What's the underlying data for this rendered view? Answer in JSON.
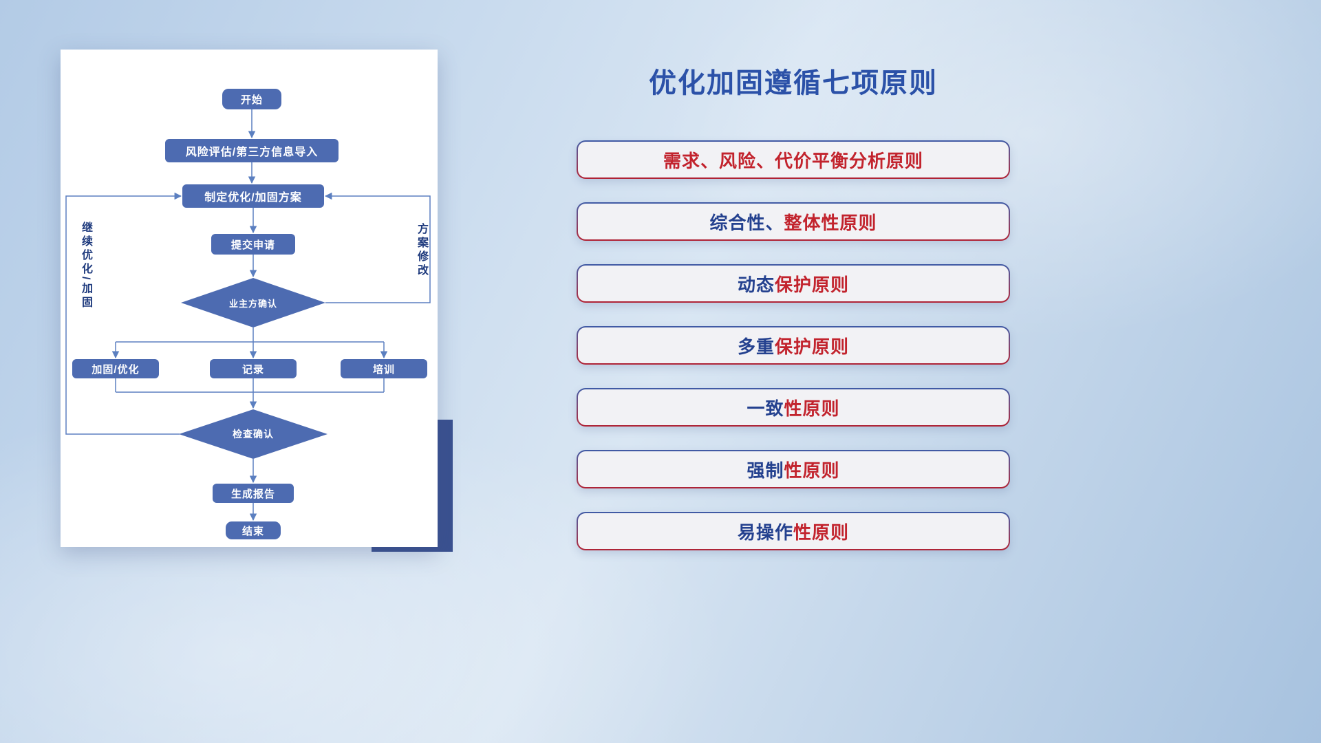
{
  "colors": {
    "navy": "#24418f",
    "crimson": "#c2232d",
    "node_fill": "#4d6bb1",
    "edge": "#5b7fc0",
    "title": "#2b51a8"
  },
  "flowchart": {
    "nodes": {
      "start": "开始",
      "risk_import": "风险评估/第三方信息导入",
      "make_plan": "制定优化/加固方案",
      "submit": "提交申请",
      "owner_confirm": "业主方确认",
      "reinforce": "加固/优化",
      "record": "记录",
      "training": "培训",
      "check_confirm": "检查确认",
      "report": "生成报告",
      "end": "结束"
    },
    "edge_labels": {
      "continue_optimize": "继续优化/加固",
      "plan_modify": "方案修改"
    }
  },
  "panel": {
    "title": "优化加固遵循七项原则",
    "principles": [
      {
        "segments": [
          {
            "text": "需求、风险、代价平衡分析原则",
            "color": "crimson"
          }
        ]
      },
      {
        "segments": [
          {
            "text": "综合性、",
            "color": "navy"
          },
          {
            "text": "整体性原则",
            "color": "crimson"
          }
        ]
      },
      {
        "segments": [
          {
            "text": "动态",
            "color": "navy"
          },
          {
            "text": "保护原则",
            "color": "crimson"
          }
        ]
      },
      {
        "segments": [
          {
            "text": "多重",
            "color": "navy"
          },
          {
            "text": "保护原则",
            "color": "crimson"
          }
        ]
      },
      {
        "segments": [
          {
            "text": "一致",
            "color": "navy"
          },
          {
            "text": "性原则",
            "color": "crimson"
          }
        ]
      },
      {
        "segments": [
          {
            "text": "强制",
            "color": "navy"
          },
          {
            "text": "性原则",
            "color": "crimson"
          }
        ]
      },
      {
        "segments": [
          {
            "text": "易操作",
            "color": "navy"
          },
          {
            "text": "性原则",
            "color": "crimson"
          }
        ]
      }
    ]
  }
}
